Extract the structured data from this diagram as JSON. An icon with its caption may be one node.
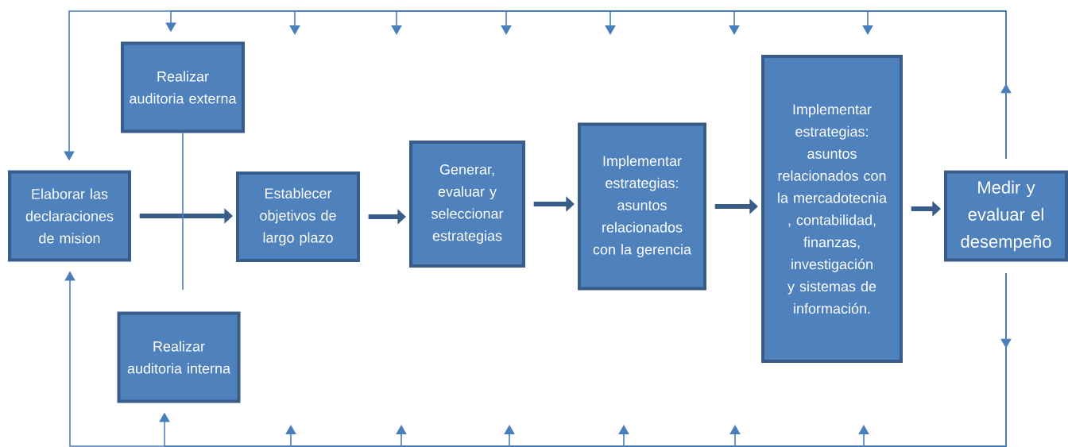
{
  "diagram": {
    "nodes": [
      {
        "text": [
          "Elaborar las declaraciones de mision"
        ]
      },
      {
        "text": [
          "Realizar auditoria externa"
        ]
      },
      {
        "text": [
          "Realizar auditoria interna"
        ]
      },
      {
        "text": [
          "Establecer objetivos de largo plazo"
        ]
      },
      {
        "text": [
          "Generar, evaluar y seleccionar estrategias"
        ]
      },
      {
        "text": [
          "Implementar estrategias: asuntos relacionados con la gerencia"
        ]
      },
      {
        "text": [
          "Implementar estrategias: asuntos relacionados con la mercadotecnia , contabilidad, finanzas, investigación y sistemas de información."
        ]
      },
      {
        "text": [
          "Medir y evaluar el desempeño"
        ]
      }
    ],
    "edges": [
      {
        "from": 0,
        "to": 3,
        "arrow": "to",
        "style": "thick"
      },
      {
        "from": 3,
        "to": 4,
        "arrow": "to",
        "style": "thick"
      },
      {
        "from": 4,
        "to": 5,
        "arrow": "to",
        "style": "thick"
      },
      {
        "from": 5,
        "to": 6,
        "arrow": "to",
        "style": "thick"
      },
      {
        "from": 6,
        "to": 7,
        "arrow": "to",
        "style": "thick"
      },
      {
        "from": 1,
        "to": null,
        "arrow": "none"
      },
      {
        "from": 7,
        "to": 0,
        "arrow": "to"
      },
      {
        "from": 7,
        "to": 1,
        "arrow": "to"
      },
      {
        "from": 7,
        "to": null,
        "arrow": "to"
      },
      {
        "from": 7,
        "to": null,
        "arrow": "to"
      },
      {
        "from": 7,
        "to": null,
        "arrow": "to"
      },
      {
        "from": 7,
        "to": null,
        "arrow": "to"
      },
      {
        "from": 7,
        "to": null,
        "arrow": "to"
      },
      {
        "from": 7,
        "to": null,
        "arrow": "to"
      },
      {
        "from": 7,
        "to": 0,
        "arrow": "to"
      },
      {
        "from": 7,
        "to": 2,
        "arrow": "to"
      },
      {
        "from": 7,
        "to": null,
        "arrow": "to"
      },
      {
        "from": 7,
        "to": null,
        "arrow": "to"
      },
      {
        "from": 7,
        "to": null,
        "arrow": "to"
      },
      {
        "from": 7,
        "to": null,
        "arrow": "to"
      },
      {
        "from": 7,
        "to": null,
        "arrow": "to"
      },
      {
        "from": 7,
        "to": null,
        "arrow": "to"
      }
    ]
  }
}
